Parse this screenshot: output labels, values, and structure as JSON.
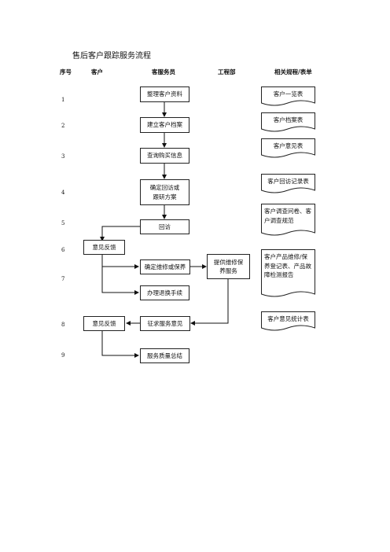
{
  "title": "售后客户跟踪服务流程",
  "headers": {
    "seq": "序号",
    "customer": "客户",
    "service": "客服务员",
    "engineering": "工程部",
    "forms": "相关规程/表单"
  },
  "rows": [
    "1",
    "2",
    "3",
    "4",
    "5",
    "6",
    "7",
    "8",
    "9"
  ],
  "steps": {
    "organize": "整理客户资料",
    "archive": "建立客户档案",
    "query": "查询购买信息",
    "plan": "确定回访或跟研方案",
    "visit": "回访",
    "feedback1": "意见反馈",
    "decide": "确定维修或保养",
    "provide": "提供维修保养服务",
    "exchange": "办理退换手续",
    "collect": "征求服务意见",
    "feedback2": "意见反馈",
    "summary": "服务质量总结"
  },
  "forms": [
    "客户一览表",
    "客户档案表",
    "客户意见表",
    "客户回访记录表",
    "客户调查问卷、客户调查规范",
    "客户产品维修/保养登记表、产品故障检测报告",
    "客户意见统计表"
  ]
}
